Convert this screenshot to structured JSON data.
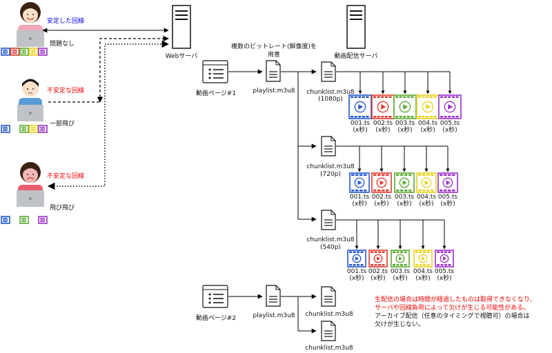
{
  "users": [
    {
      "connection": "安定した回線",
      "status": "問題なし",
      "connection_color": "#0000ee"
    },
    {
      "connection": "不安定な回線",
      "status": "一部飛び",
      "connection_color": "#ee0000"
    },
    {
      "connection": "不安定な回線",
      "status": "飛び飛び",
      "connection_color": "#ee0000"
    }
  ],
  "servers": {
    "web": "Webサーバ",
    "streaming": "動画配信サーバ"
  },
  "pages": {
    "page1": "動画ページ#1",
    "page2": "動画ページ#2"
  },
  "playlist": {
    "label": "playlist.m3u8",
    "bitrate_note_line1": "複数のビットレート(解像度)を",
    "bitrate_note_line2": "用意"
  },
  "chunklists": [
    {
      "name": "chunklist.m3u8",
      "resolution": "(1080p)"
    },
    {
      "name": "chunklist.m3u8",
      "resolution": "(720p)"
    },
    {
      "name": "chunklist.m3u8",
      "resolution": "(540p)"
    }
  ],
  "page2_chunklists": [
    "chunklist.m3u8",
    "chunklist.m3u8"
  ],
  "segments": [
    {
      "name": "001.ts",
      "duration": "(x秒)",
      "color": "#2255cc"
    },
    {
      "name": "002.ts",
      "duration": "(x秒)",
      "color": "#e03a2e"
    },
    {
      "name": "003.ts",
      "duration": "(x秒)",
      "color": "#5aa832"
    },
    {
      "name": "004.ts",
      "duration": "(x秒)",
      "color": "#e8d21e"
    },
    {
      "name": "005.ts",
      "duration": "(x秒)",
      "color": "#9a2fc9"
    }
  ],
  "notes": {
    "red_line1": "生配信の場合は時間が経過したものは取得できなくなり、",
    "red_line2": "サーバや回線負荷によって欠けが生じる可能性がある。",
    "black_line1": "アーカイブ配信（任意のタイミングで視聴可）の場合は",
    "black_line2": "欠けが生じない。"
  },
  "colors": {
    "line": "#000000",
    "blue_text": "#0000ee",
    "red_text": "#ee0000"
  }
}
